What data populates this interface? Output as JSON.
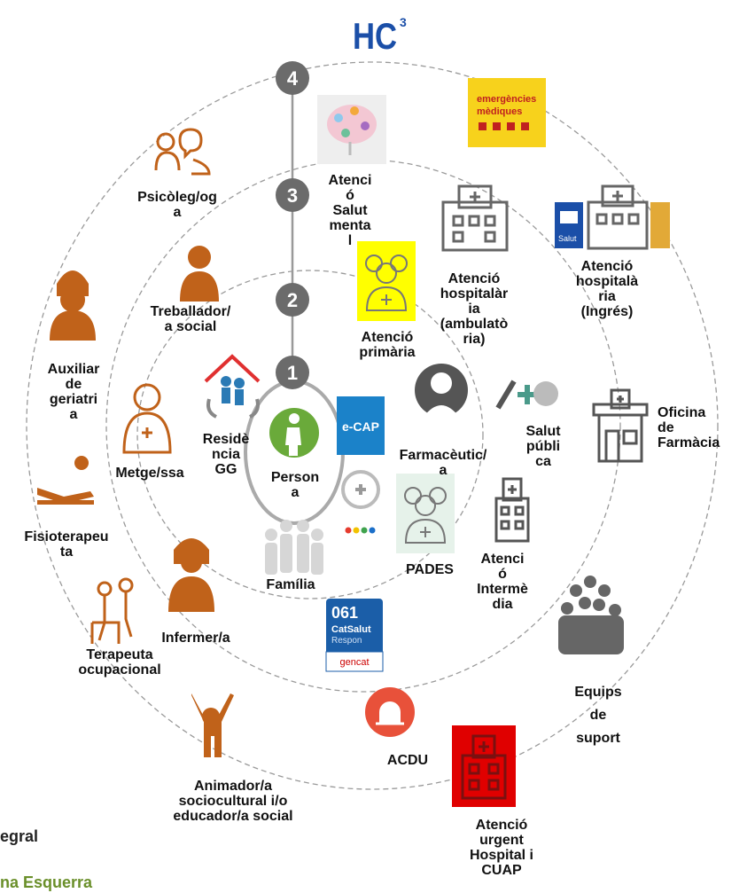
{
  "logo_text": "HC",
  "logo_sup": "3",
  "colors": {
    "brown": "#c0621a",
    "ring": "#9a9a9a",
    "axis": "#999999",
    "step_circle": "#6b6b6b",
    "person_green": "#6aaa3a",
    "yellow": "#ffff00",
    "red": "#e00000",
    "alarm_red": "#e8513a",
    "gray_icon": "#555555",
    "emergency_yellow": "#f7d21c",
    "blue_061": "#1b5ea8",
    "footer_green": "#6a8f2a"
  },
  "steps": [
    "4",
    "3",
    "2",
    "1"
  ],
  "labels": {
    "person": "Person\na",
    "familia": "Família",
    "residencia": "Residè\nncia\nGG",
    "metge": "Metge/ssa",
    "infermer": "Infermer/a",
    "treballador": "Treballador/\na social",
    "psicoleg": "Psicòleg/og\na",
    "auxiliar": "Auxiliar\nde\ngeriatri\na",
    "fisioterapeuta": "Fisioterapeu\nta",
    "terapeuta": "Terapeuta\nocupacional",
    "animador": "Animador/a\nsociocultural i/o\neducador/a social",
    "atencio_primaria": "Atenció\nprimària",
    "salut_mental": "Atenci\nó\nSalut\nmenta\nl",
    "farmaceutic": "Farmacèutic/\na",
    "pades": "PADES",
    "hosp_amb": "Atenció\nhospitalàr\nia\n(ambulatò\nria)",
    "hosp_ingres": "Atenció\nhospitalà\nria\n(Ingrés)",
    "salut_publica": "Salut\npúbli\nca",
    "oficina_farmacia": "Oficina\nde\nFarmàcia",
    "intermedia": "Atenci\nó\nIntermè\ndia",
    "equips_suport": "Equips\nde\nsuport",
    "acdu": "ACDU",
    "urgent": "Atenció\nurgent\nHospital i\nCUAP"
  },
  "badges": {
    "ecap": "e-CAP",
    "n061": "061",
    "catsalut": "CatSalut",
    "respon": "Respon",
    "gencat": "gencat",
    "emergencies_l1": "emergències",
    "emergencies_l2": "mèdiques",
    "salut_tag": "Salut"
  },
  "footer": {
    "line1": "egral",
    "line2": "na Esquerra"
  }
}
